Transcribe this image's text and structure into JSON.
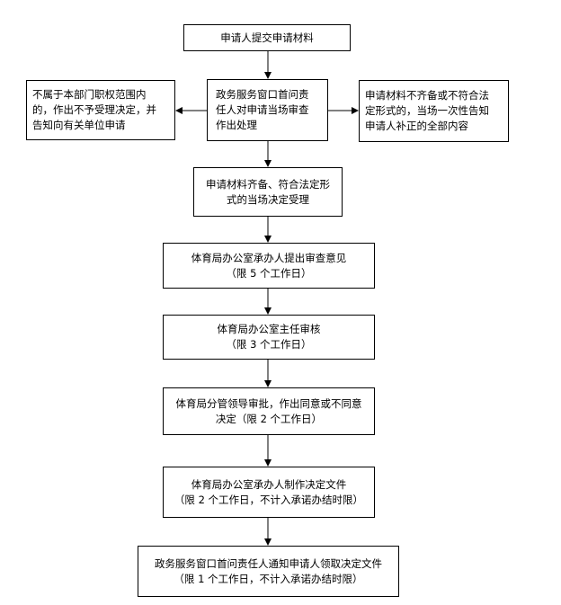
{
  "flowchart": {
    "submit": {
      "lines": [
        "申请人提交申请材料"
      ]
    },
    "review": {
      "lines": [
        "政务服务窗口首问责",
        "任人对申请当场审查",
        "作出处理"
      ]
    },
    "reject": {
      "lines": [
        "不属于本部门职权范围内",
        "的，作出不予受理决定，并",
        "告知向有关单位申请"
      ]
    },
    "supplement": {
      "lines": [
        "申请材料不齐备或不符合法",
        "定形式的，当场一次性告知",
        "申请人补正的全部内容"
      ]
    },
    "accept": {
      "lines": [
        "申请材料齐备、符合法定形",
        "式的当场决定受理"
      ]
    },
    "opinion": {
      "lines": [
        "体育局办公室承办人提出审查意见",
        "（限 5 个工作日）"
      ]
    },
    "director": {
      "lines": [
        "体育局办公室主任审核",
        "（限 3 个工作日）"
      ]
    },
    "approve": {
      "lines": [
        "体育局分管领导审批，作出同意或不同意",
        "决定（限 2 个工作日）"
      ]
    },
    "document": {
      "lines": [
        "体育局办公室承办人制作决定文件",
        "（限 2 个工作日，不计入承诺办结时限）"
      ]
    },
    "notify": {
      "lines": [
        "政务服务窗口首问责任人通知申请人领取决定文件",
        "（限 1 个工作日，不计入承诺办结时限）"
      ]
    }
  }
}
